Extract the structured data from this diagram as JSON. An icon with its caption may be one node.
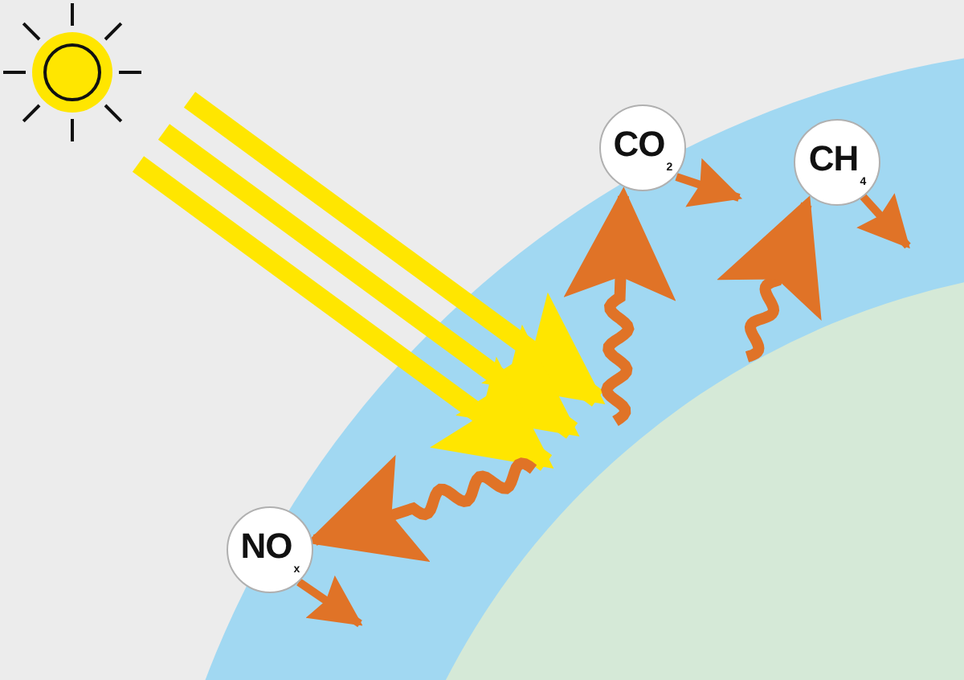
{
  "diagram": {
    "nodes": [
      {
        "text": [],
        "shape": "picture"
      },
      {
        "text": [],
        "shape": "circle"
      },
      {
        "text": [
          "CO$_{2}$"
        ]
      },
      {
        "text": [
          "CH$_{4}$"
        ]
      },
      {
        "text": [
          "NO$_{x}$"
        ]
      }
    ],
    "edges": [
      {
        "from": 0,
        "to": 1,
        "arrow": "to",
        "color": "#ffe600"
      },
      {
        "from": 0,
        "to": 1,
        "arrow": "to",
        "color": "#ffe600"
      },
      {
        "from": 0,
        "to": 1,
        "arrow": "to",
        "color": "#ffe600"
      },
      {
        "from": 1,
        "to": 2,
        "arrow": "to"
      },
      {
        "from": 1,
        "to": 3,
        "arrow": "to"
      },
      {
        "from": 1,
        "to": 4,
        "arrow": "to"
      },
      {
        "from": 2,
        "to": null,
        "arrow": "to"
      },
      {
        "from": 3,
        "to": null,
        "arrow": "to"
      },
      {
        "from": 4,
        "to": null,
        "arrow": "to"
      }
    ]
  }
}
